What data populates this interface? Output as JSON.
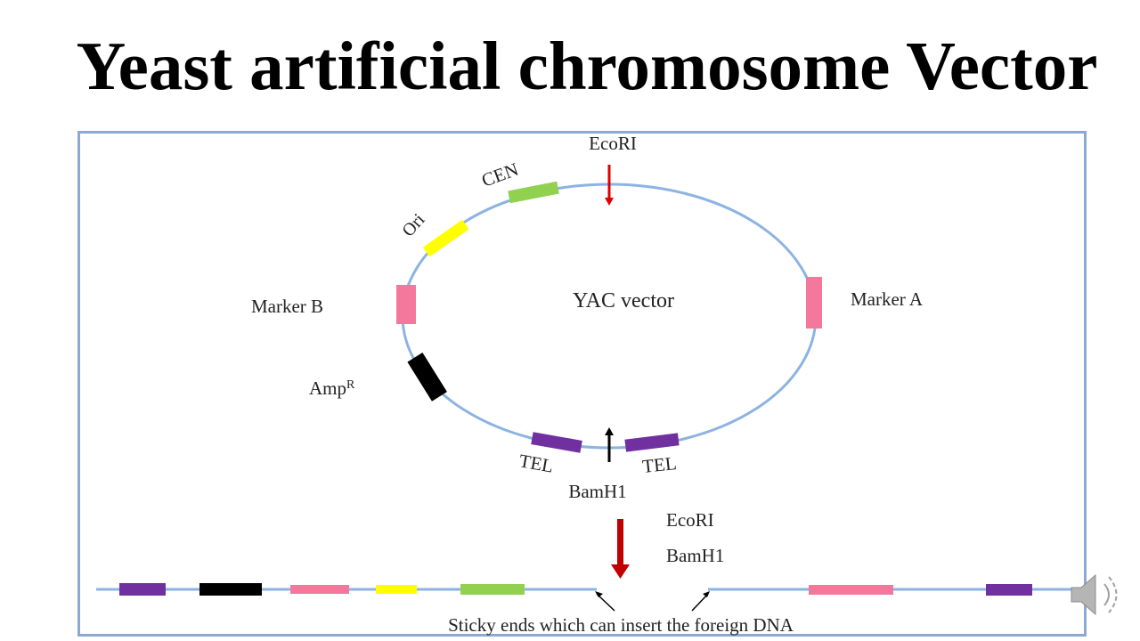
{
  "title": "Yeast artificial chromosome Vector",
  "diagram": {
    "center_label": "YAC vector",
    "labels": {
      "ecori_top": "EcoRI",
      "cen": "CEN",
      "ori": "Ori",
      "marker_b": "Marker B",
      "marker_a": "Marker A",
      "amp": "Amp",
      "amp_superscript": "R",
      "tel_left": "TEL",
      "tel_right": "TEL",
      "bamh1_bottom": "BamH1",
      "digest_ecori": "EcoRI",
      "digest_bamh1": "BamH1",
      "caption": "Sticky ends which can insert the foreign DNA"
    },
    "colors": {
      "backbone": "#8db3e2",
      "cen": "#92d050",
      "ori": "#ffff00",
      "marker": "#f4789b",
      "amp": "#000000",
      "tel": "#7030a0",
      "arrow_red": "#c00000",
      "arrow_black": "#000000",
      "frame": "#8ea9d1"
    }
  },
  "speaker_icon": "speaker-icon"
}
